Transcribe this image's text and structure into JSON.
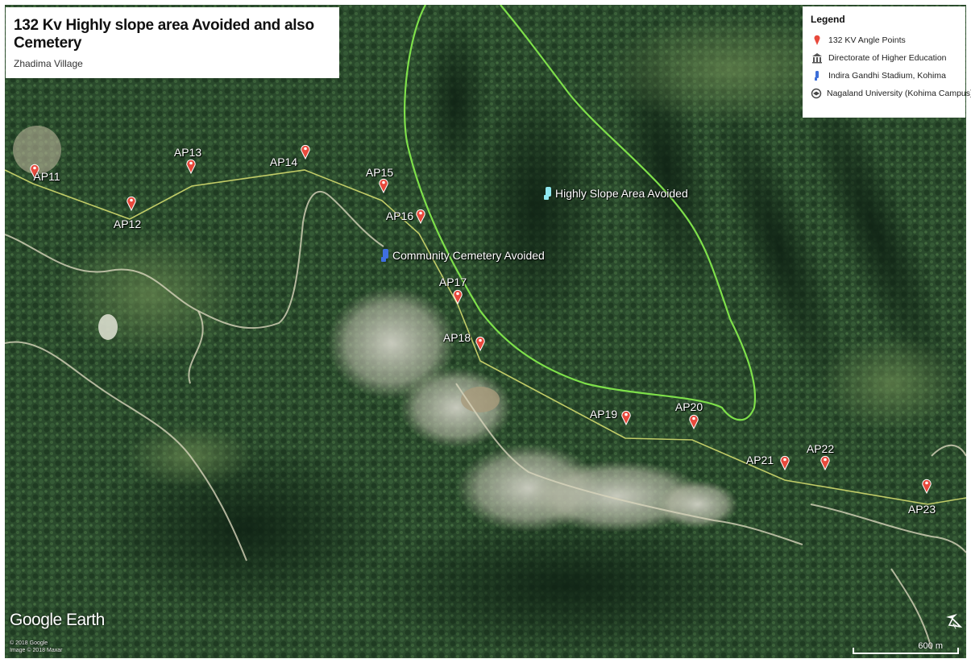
{
  "title": "132 Kv Highly slope area Avoided and also Cemetery",
  "subtitle": "Zhadima Village",
  "legend": {
    "title": "Legend",
    "items": [
      {
        "label": "132 KV Angle Points",
        "icon": "red-pin-icon",
        "color": "#e8493c"
      },
      {
        "label": "Directorate of Higher Education",
        "icon": "building-icon",
        "color": "#555555"
      },
      {
        "label": "Indira Gandhi Stadium, Kohima",
        "icon": "blue-figure-icon",
        "color": "#3d6fd8"
      },
      {
        "label": "Nagaland University (Kohima Campus)",
        "icon": "graduation-cap-icon",
        "color": "#444444"
      }
    ]
  },
  "angle_points": [
    {
      "label": "AP11"
    },
    {
      "label": "AP12"
    },
    {
      "label": "AP13"
    },
    {
      "label": "AP14"
    },
    {
      "label": "AP15"
    },
    {
      "label": "AP16"
    },
    {
      "label": "AP17"
    },
    {
      "label": "AP18"
    },
    {
      "label": "AP19"
    },
    {
      "label": "AP20"
    },
    {
      "label": "AP21"
    },
    {
      "label": "AP22"
    },
    {
      "label": "AP23"
    }
  ],
  "annotations": {
    "slope": {
      "label": "Highly Slope Area Avoided",
      "icon": "cyan-marker-icon",
      "color": "#8fe8f0"
    },
    "cemetery": {
      "label": "Community Cemetery Avoided",
      "icon": "blue-marker-icon",
      "color": "#3f6fe0"
    }
  },
  "colors": {
    "route_line": "#c9d36a",
    "avoided_boundary": "#7ee04a",
    "pin": "#e8493c"
  },
  "branding": {
    "logo": "Google Earth",
    "copyright": "© 2018 Google\nImage © 2018 Maxar"
  },
  "scale": {
    "label": "600 m"
  }
}
